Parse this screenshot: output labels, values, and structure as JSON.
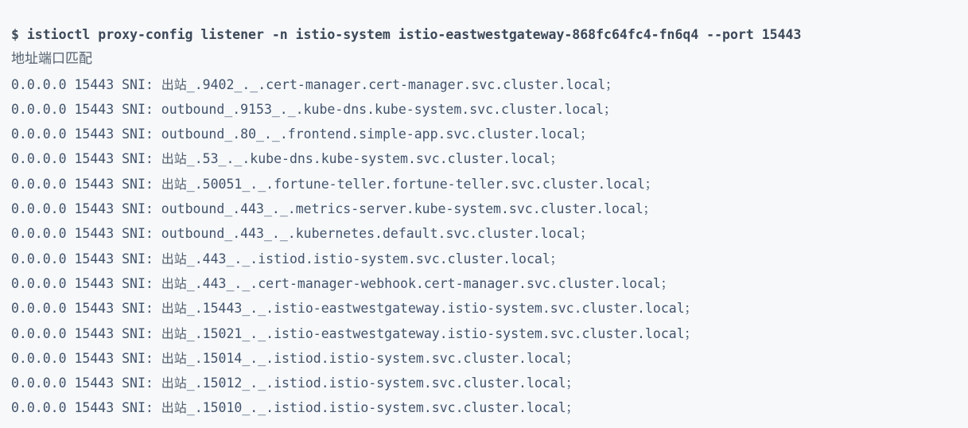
{
  "terminal": {
    "prompt_symbol": "$",
    "command": "istioctl proxy-config listener -n istio-system istio-eastwestgateway-868fc64fc4-fn6q4 --port 15443",
    "column_header": "地址端口匹配",
    "colors": {
      "background": "#f6f8fa",
      "text": "#42536b",
      "command_text": "#3c4858",
      "header_text": "#55616f"
    },
    "rows": [
      {
        "address": "0.0.0.0",
        "port": "15443",
        "match_label": "SNI:",
        "direction": "出站",
        "direction_is_cjk": true,
        "service_port": ".9402",
        "separator": "_._.",
        "fqdn": "cert-manager.cert-manager.svc.cluster.local",
        "terminator": "；"
      },
      {
        "address": "0.0.0.0",
        "port": "15443",
        "match_label": "SNI:",
        "direction": "outbound",
        "direction_is_cjk": false,
        "service_port": ".9153",
        "separator": "_._.",
        "fqdn": "kube-dns.kube-system.svc.cluster.local",
        "terminator": "；"
      },
      {
        "address": "0.0.0.0",
        "port": "15443",
        "match_label": "SNI:",
        "direction": "outbound",
        "direction_is_cjk": false,
        "service_port": ".80",
        "separator": "_._.",
        "fqdn": "frontend.simple-app.svc.cluster.local",
        "terminator": "；"
      },
      {
        "address": "0.0.0.0",
        "port": "15443",
        "match_label": "SNI:",
        "direction": "出站",
        "direction_is_cjk": true,
        "service_port": ".53",
        "separator": "_._.",
        "fqdn": "kube-dns.kube-system.svc.cluster.local",
        "terminator": "；"
      },
      {
        "address": "0.0.0.0",
        "port": "15443",
        "match_label": "SNI:",
        "direction": "出站",
        "direction_is_cjk": true,
        "service_port": ".50051",
        "separator": "_._.",
        "fqdn": "fortune-teller.fortune-teller.svc.cluster.local",
        "terminator": "；"
      },
      {
        "address": "0.0.0.0",
        "port": "15443",
        "match_label": "SNI:",
        "direction": "outbound",
        "direction_is_cjk": false,
        "service_port": ".443",
        "separator": "_._.",
        "fqdn": "metrics-server.kube-system.svc.cluster.local",
        "terminator": "；"
      },
      {
        "address": "0.0.0.0",
        "port": "15443",
        "match_label": "SNI:",
        "direction": "outbound",
        "direction_is_cjk": false,
        "service_port": ".443",
        "separator": "_._.",
        "fqdn": "kubernetes.default.svc.cluster.local",
        "terminator": "；"
      },
      {
        "address": "0.0.0.0",
        "port": "15443",
        "match_label": "SNI:",
        "direction": "出站",
        "direction_is_cjk": true,
        "service_port": ".443",
        "separator": "_._.",
        "fqdn": "istiod.istio-system.svc.cluster.local",
        "terminator": "；"
      },
      {
        "address": "0.0.0.0",
        "port": "15443",
        "match_label": "SNI:",
        "direction": "出站",
        "direction_is_cjk": true,
        "service_port": ".443",
        "separator": "_._.",
        "fqdn": "cert-manager-webhook.cert-manager.svc.cluster.local",
        "terminator": "；"
      },
      {
        "address": "0.0.0.0",
        "port": "15443",
        "match_label": "SNI:",
        "direction": "出站",
        "direction_is_cjk": true,
        "service_port": ".15443",
        "separator": "_._.",
        "fqdn": "istio-eastwestgateway.istio-system.svc.cluster.local",
        "terminator": "；"
      },
      {
        "address": "0.0.0.0",
        "port": "15443",
        "match_label": "SNI:",
        "direction": "出站",
        "direction_is_cjk": true,
        "service_port": ".15021",
        "separator": "_._.",
        "fqdn": "istio-eastwestgateway.istio-system.svc.cluster.local",
        "terminator": "；"
      },
      {
        "address": "0.0.0.0",
        "port": "15443",
        "match_label": "SNI:",
        "direction": "出站",
        "direction_is_cjk": true,
        "service_port": ".15014",
        "separator": "_._.",
        "fqdn": "istiod.istio-system.svc.cluster.local",
        "terminator": "；"
      },
      {
        "address": "0.0.0.0",
        "port": "15443",
        "match_label": "SNI:",
        "direction": "出站",
        "direction_is_cjk": true,
        "service_port": ".15012",
        "separator": "_._.",
        "fqdn": "istiod.istio-system.svc.cluster.local",
        "terminator": "；"
      },
      {
        "address": "0.0.0.0",
        "port": "15443",
        "match_label": "SNI:",
        "direction": "出站",
        "direction_is_cjk": true,
        "service_port": ".15010",
        "separator": "_._.",
        "fqdn": "istiod.istio-system.svc.cluster.local",
        "terminator": "；"
      }
    ]
  }
}
